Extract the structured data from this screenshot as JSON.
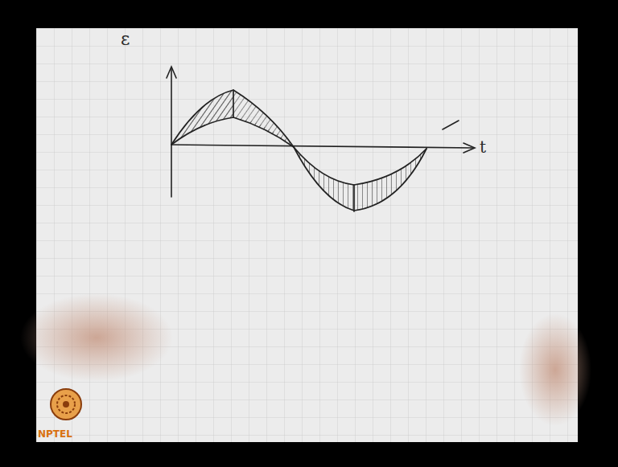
{
  "diagram": {
    "labels": [
      "ε",
      "t",
      "NPTEL"
    ]
  }
}
